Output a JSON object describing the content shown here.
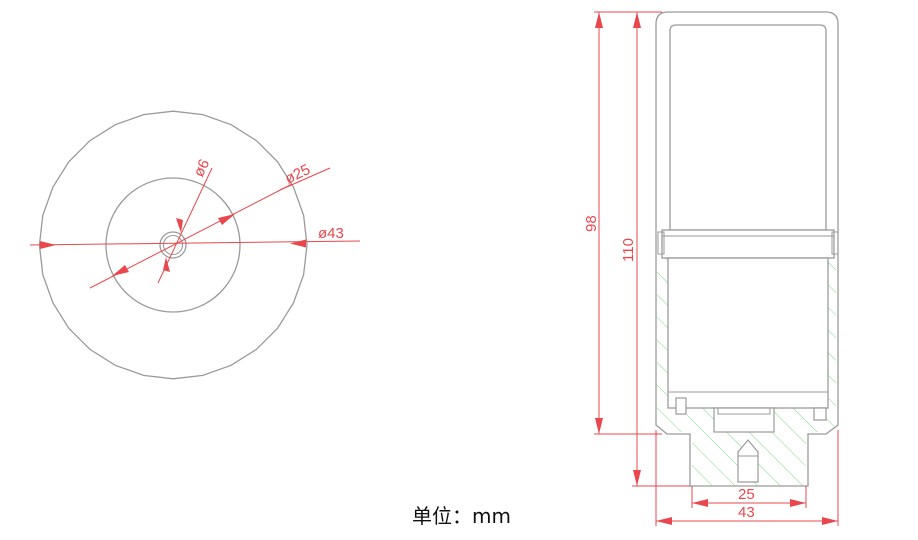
{
  "drawing": {
    "top_view": {
      "hole_dim": "ø6",
      "inner_dim": "ø25",
      "outer_dim": "ø43"
    },
    "side_view": {
      "height_98": "98",
      "height_110": "110",
      "stem_width": "25",
      "body_width": "43"
    },
    "unit_label": "单位：mm",
    "colors": {
      "outline": "#9a9a9a",
      "dimension": "#e8484d",
      "hatch": "#7ed98a",
      "text": "#111111"
    }
  }
}
